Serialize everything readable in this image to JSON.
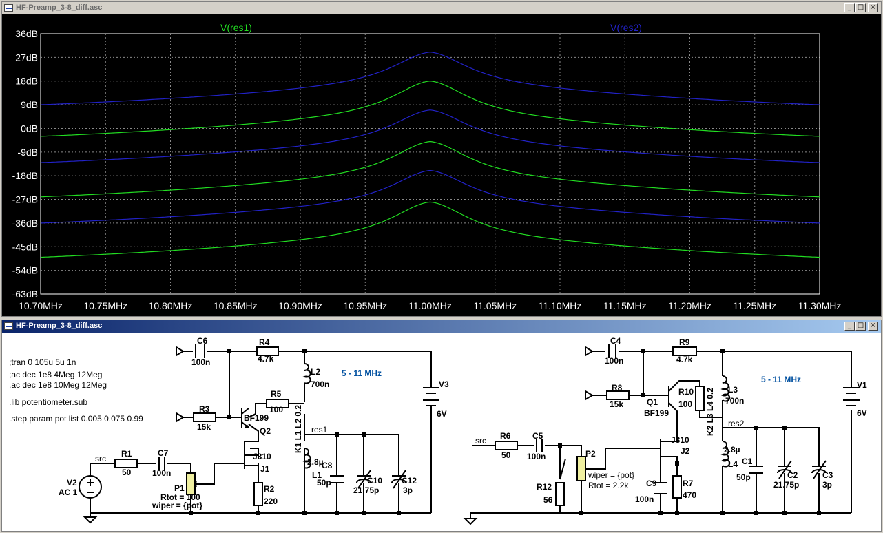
{
  "plot_window": {
    "title": "HF-Preamp_3-8_diff.asc",
    "buttons": {
      "minimize": "_",
      "maximize": "□",
      "close": "×"
    }
  },
  "schematic_window": {
    "title": "HF-Preamp_3-8_diff.asc",
    "buttons": {
      "minimize": "_",
      "maximize": "□",
      "close": "×"
    }
  },
  "colors": {
    "res1": "#22dd22",
    "res2": "#2222c8",
    "grid": "#8a8a8a",
    "net": "#000080",
    "label_blue": "#0050a0"
  },
  "chart_data": {
    "type": "line",
    "x_unit": "MHz",
    "y_unit": "dB",
    "xlim": [
      10.7,
      11.3
    ],
    "ylim": [
      -63,
      36
    ],
    "x_ticks": [
      "10.70MHz",
      "10.75MHz",
      "10.80MHz",
      "10.85MHz",
      "10.90MHz",
      "10.95MHz",
      "11.00MHz",
      "11.05MHz",
      "11.10MHz",
      "11.15MHz",
      "11.20MHz",
      "11.25MHz",
      "11.30MHz"
    ],
    "y_ticks": [
      "36dB",
      "27dB",
      "18dB",
      "9dB",
      "0dB",
      "-9dB",
      "-18dB",
      "-27dB",
      "-36dB",
      "-45dB",
      "-54dB",
      "-63dB"
    ],
    "grid": true,
    "trace_labels": [
      "V(res1)",
      "V(res2)"
    ],
    "series": [
      {
        "name": "V(res1)",
        "peak_db": 18,
        "edge_db": -3,
        "center": 11.0
      },
      {
        "name": "V(res1)",
        "peak_db": -5,
        "edge_db": -26,
        "center": 11.0
      },
      {
        "name": "V(res1)",
        "peak_db": -28,
        "edge_db": -49,
        "center": 11.0
      },
      {
        "name": "V(res2)",
        "peak_db": 29,
        "edge_db": 9,
        "center": 11.0
      },
      {
        "name": "V(res2)",
        "peak_db": 7,
        "edge_db": -13,
        "center": 11.0
      },
      {
        "name": "V(res2)",
        "peak_db": -16,
        "edge_db": -36,
        "center": 11.0
      }
    ]
  },
  "schematic": {
    "directives": [
      ";tran 0 105u 5u 1n",
      ";ac dec 1e8 4Meg 12Meg",
      ".ac dec 1e8 10Meg 12Meg",
      ".lib potentiometer.sub",
      ".step param pot list 0.005 0.075 0.99"
    ],
    "left": {
      "C6": "C6",
      "C6v": "100n",
      "R4": "R4",
      "R4v": "4.7k",
      "L2": "L2",
      "L2v": "700n",
      "band": "5 - 11 MHz",
      "V3": "V3",
      "V3v": "6V",
      "R5": "R5",
      "R5v": "100",
      "R3": "R3",
      "R3v": "15k",
      "Q2name": "BF199",
      "Q2": "Q2",
      "K1": "K1 L1 L2 0.2",
      "res": "res1",
      "J1name": "J310",
      "J1": "J1",
      "src": "src",
      "R1": "R1",
      "R1v": "50",
      "C7": "C7",
      "C7v": "100n",
      "V2": "V2",
      "V2v": "AC 1",
      "P1": "P1",
      "P1rtot": "Rtot = 100",
      "P1wiper": "wiper = {pot}",
      "R2": "R2",
      "R2v": "220",
      "L1v": "2.8µ",
      "L1": "L1",
      "C8": "C8",
      "C8v": "50p",
      "C10": "C10",
      "C10v": "21.75p",
      "C12": "C12",
      "C12v": "3p"
    },
    "right": {
      "C4": "C4",
      "C4v": "100n",
      "R9": "R9",
      "R9v": "4.7k",
      "band": "5 - 11 MHz",
      "V1": "V1",
      "V1v": "6V",
      "R8": "R8",
      "R8v": "15k",
      "R10": "R10",
      "R10v": "100",
      "Q1": "Q1",
      "Q1name": "BF199",
      "L3": "L3",
      "L3v": "700n",
      "K2": "K2 L3 L4 0.2",
      "res": "res2",
      "J2name": "J310",
      "J2": "J2",
      "src": "src",
      "R6": "R6",
      "R6v": "50",
      "C5": "C5",
      "C5v": "100n",
      "P2": "P2",
      "P2wiper": "wiper = {pot}",
      "P2rtot": "Rtot = 2.2k",
      "R12": "R12",
      "R12v": "56",
      "C9": "C9",
      "C9v": "100n",
      "R7": "R7",
      "R7v": "470",
      "L4v": "2.8µ",
      "L4": "L4",
      "C1": "C1",
      "C1v": "50p",
      "C2": "C2",
      "C2v": "21.75p",
      "C3": "C3",
      "C3v": "3p"
    }
  }
}
